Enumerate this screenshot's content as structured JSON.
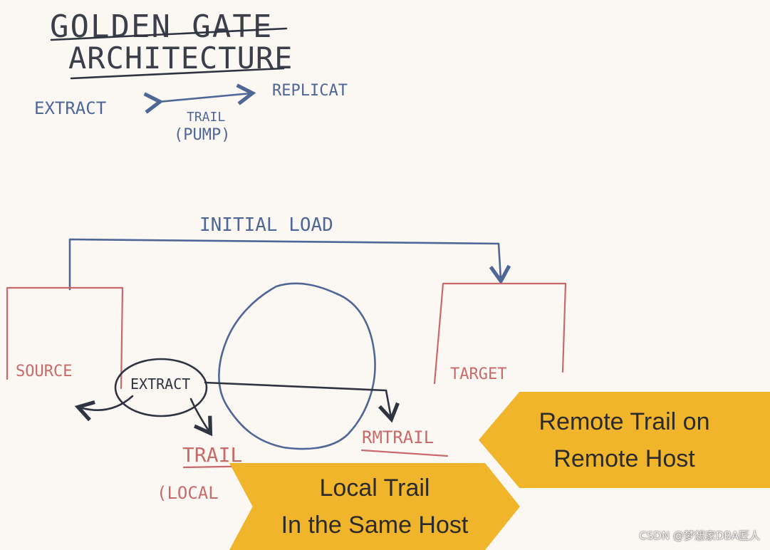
{
  "colors": {
    "whiteboard": "#fbf7f3",
    "marker_blue": "#4f6797",
    "marker_dark": "#2e3440",
    "marker_red": "#c96a6a",
    "banner_gold": "#f1b52b"
  },
  "title": {
    "line1": "GOLDEN GATE",
    "line2": "ARCHITECTURE"
  },
  "legend": {
    "extract": "EXTRACT",
    "replicat": "REPLICAT",
    "trail": "TRAIL",
    "pump": "(PUMP)"
  },
  "diagram": {
    "initial_load": "INITIAL LOAD",
    "source": "SOURCE",
    "target": "TARGET",
    "extract_process": "EXTRACT",
    "local_trail": "TRAIL",
    "local_note": "(LOCAL",
    "remote_trail": "RMTRAIL"
  },
  "banners": {
    "remote": {
      "line1": "Remote Trail on",
      "line2": "Remote Host"
    },
    "local": {
      "line1": "Local Trail",
      "line2": "In the Same Host"
    }
  },
  "watermark": "CSDN @梦想家DBA匠人"
}
